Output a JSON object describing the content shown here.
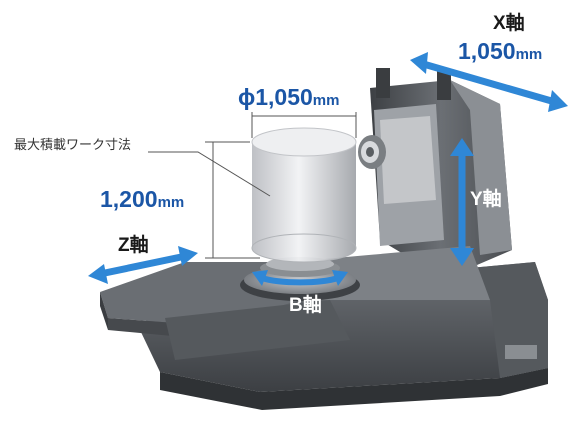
{
  "labels": {
    "x_axis": "X軸",
    "x_travel_value": "1,050",
    "x_travel_unit": "mm",
    "diameter_value": "ϕ1,050",
    "diameter_unit": "mm",
    "max_workpiece": "最大積載ワーク寸法",
    "height_value": "1,200",
    "height_unit": "mm",
    "y_axis": "Y軸",
    "z_axis": "Z軸",
    "b_axis": "B軸"
  },
  "colors": {
    "x_label": "#1a1a1a",
    "dim_text": "#1b56a6",
    "y_label": "#ffffff",
    "axis_arrow": "#2f87d6",
    "machine_dark": "#4c4f53",
    "machine_mid": "#6c7075",
    "machine_light": "#a6aaae",
    "cylinder": "#dcdde0"
  }
}
